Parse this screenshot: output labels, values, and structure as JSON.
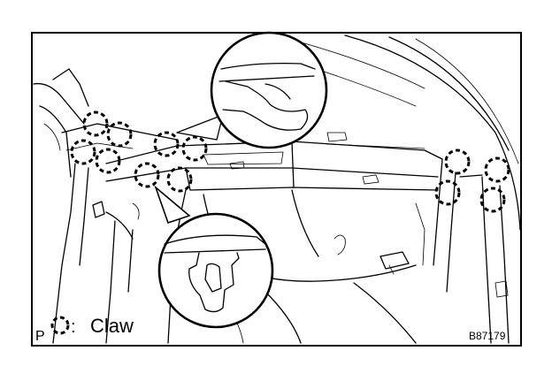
{
  "legend": {
    "corner_letter": "P",
    "symbol_name": "dashed-circle-claw-symbol",
    "separator": ":",
    "label": "Claw"
  },
  "figure_code": "B87179",
  "icons": [
    "dashed-circle-claw-symbol",
    "magnifier-callout-circle"
  ],
  "colors": {
    "ink": "#000000",
    "background": "#ffffff"
  }
}
